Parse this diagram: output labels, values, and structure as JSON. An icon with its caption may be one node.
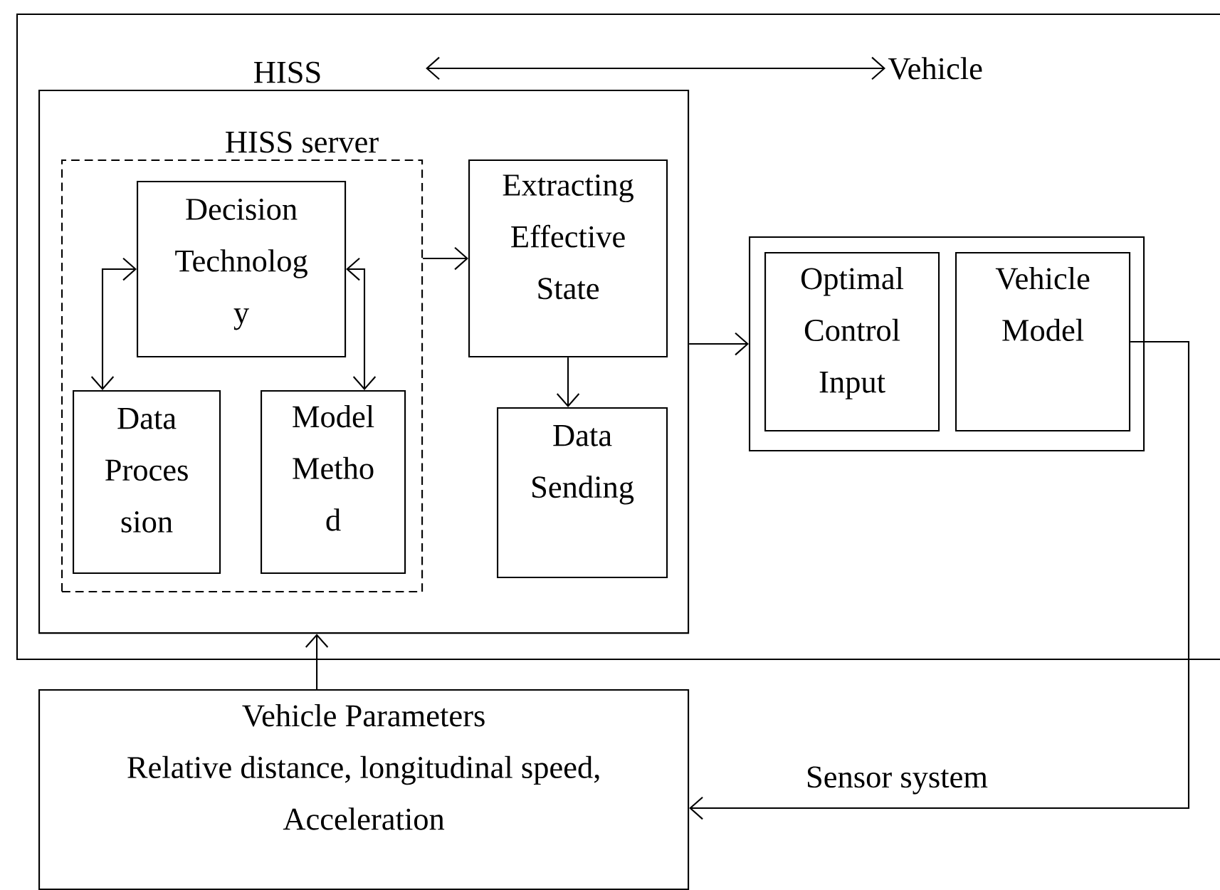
{
  "diagram": {
    "nodes": [
      {
        "text": [
          "HISS"
        ]
      },
      {
        "text": [
          "HISS server"
        ],
        "in": 0
      },
      {
        "text": [
          "Decision Technolog y"
        ],
        "in": 1
      },
      {
        "text": [
          "Data Proces sion"
        ],
        "in": 1
      },
      {
        "text": [
          "Model Metho d"
        ],
        "in": 1
      },
      {
        "text": [
          "Extracting Effective State"
        ],
        "in": 0
      },
      {
        "text": [
          "Data Sending"
        ],
        "in": 0
      },
      {
        "text": [],
        "shape": "box"
      },
      {
        "text": [
          "Optimal Control Input"
        ],
        "in": 7
      },
      {
        "text": [
          "Vehicle Model"
        ],
        "in": 7
      },
      {
        "text": [
          "Vehicle Parameters",
          "Relative distance, longitudinal speed, Acceleration"
        ]
      },
      {
        "text": [
          "Vehicle"
        ]
      }
    ],
    "edges": [
      {
        "from": 2,
        "to": 3,
        "arrow": "both"
      },
      {
        "from": 2,
        "to": 4,
        "arrow": "both"
      },
      {
        "from": 1,
        "to": 5,
        "arrow": "to"
      },
      {
        "from": 5,
        "to": 6,
        "arrow": "to"
      },
      {
        "from": 0,
        "to": 7,
        "arrow": "to"
      },
      {
        "from": 9,
        "to": 10,
        "arrow": "to",
        "label": "Sensor system"
      },
      {
        "from": 10,
        "to": 0,
        "arrow": "to"
      },
      {
        "from": 0,
        "to": 11,
        "arrow": "both"
      }
    ]
  }
}
